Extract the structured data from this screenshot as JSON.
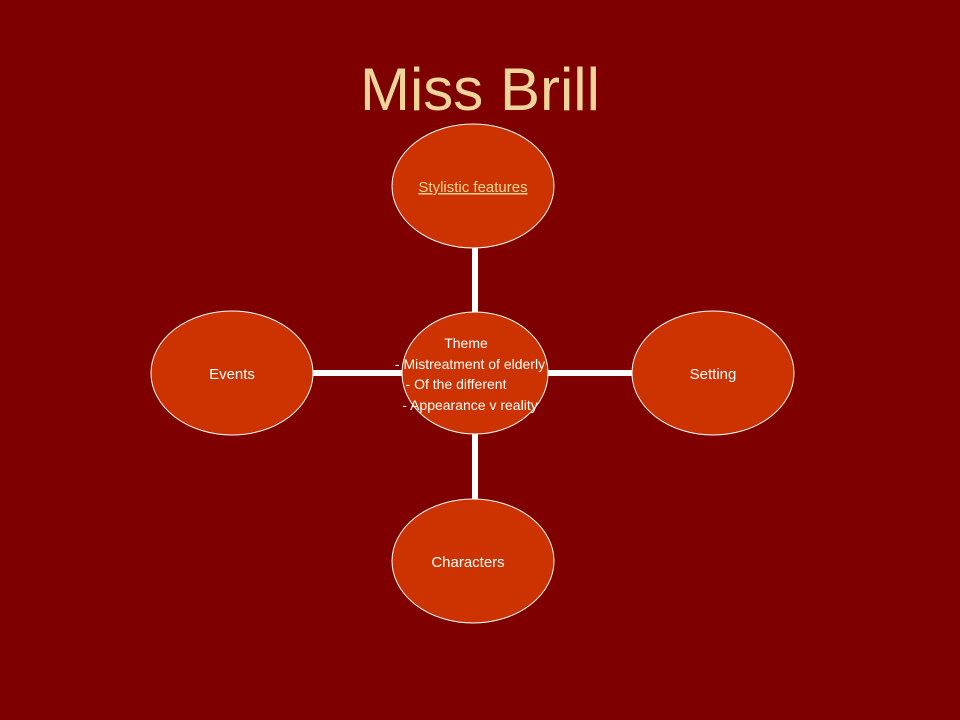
{
  "slide": {
    "title": "Miss Brill"
  },
  "diagram": {
    "center": {
      "heading": "Theme",
      "items": [
        "- Mistreatment of elderly",
        "- Of the different",
        "- Appearance v reality"
      ]
    },
    "nodes": {
      "top": "Stylistic features",
      "right": "Setting",
      "bottom": "Characters",
      "left": "Events"
    },
    "colors": {
      "background": "#7f0000",
      "node_fill": "#cc3300",
      "node_stroke": "#ffffff",
      "connector": "#ffffff",
      "title": "#f0d59a",
      "link": "#f0d59a"
    }
  }
}
